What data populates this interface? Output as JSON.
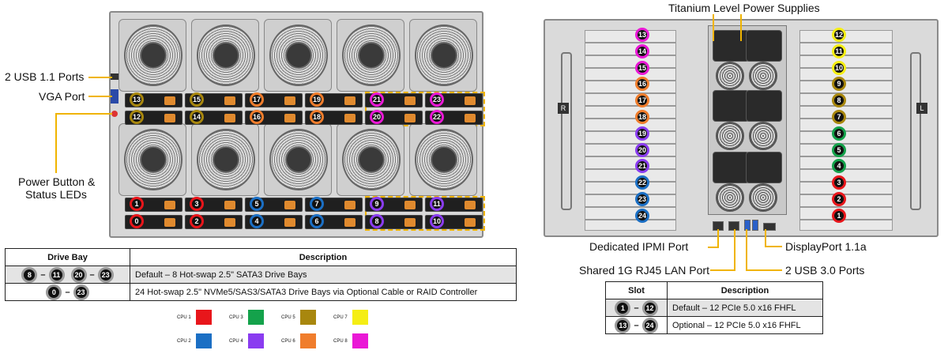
{
  "front": {
    "usb_label": "2 USB 1.1 Ports",
    "vga_label": "VGA Port",
    "power_label_1": "Power Button &",
    "power_label_2": "Status LEDs",
    "upper_bays": [
      {
        "n": "13",
        "cpu": "c5"
      },
      {
        "n": "12",
        "cpu": "c5"
      },
      {
        "n": "15",
        "cpu": "c5"
      },
      {
        "n": "14",
        "cpu": "c5"
      },
      {
        "n": "17",
        "cpu": "c6"
      },
      {
        "n": "16",
        "cpu": "c6"
      },
      {
        "n": "19",
        "cpu": "c6"
      },
      {
        "n": "18",
        "cpu": "c6"
      },
      {
        "n": "21",
        "cpu": "c8"
      },
      {
        "n": "20",
        "cpu": "c8"
      },
      {
        "n": "23",
        "cpu": "c8"
      },
      {
        "n": "22",
        "cpu": "c8"
      }
    ],
    "lower_bays": [
      {
        "n": "1",
        "cpu": "c1"
      },
      {
        "n": "0",
        "cpu": "c1"
      },
      {
        "n": "3",
        "cpu": "c1"
      },
      {
        "n": "2",
        "cpu": "c1"
      },
      {
        "n": "5",
        "cpu": "c2"
      },
      {
        "n": "4",
        "cpu": "c2"
      },
      {
        "n": "7",
        "cpu": "c2"
      },
      {
        "n": "6",
        "cpu": "c2"
      },
      {
        "n": "9",
        "cpu": "c4"
      },
      {
        "n": "8",
        "cpu": "c4"
      },
      {
        "n": "11",
        "cpu": "c4"
      },
      {
        "n": "10",
        "cpu": "c4"
      }
    ]
  },
  "rear": {
    "psu_label": "Titanium Level Power Supplies",
    "ipmi_label": "Dedicated IPMI Port",
    "lan_label": "Shared 1G RJ45 LAN Port",
    "dp_label": "DisplayPort 1.1a",
    "usb3_label": "2 USB 3.0 Ports",
    "left_letter": "R",
    "right_letter": "L",
    "left_slots": [
      {
        "n": "13",
        "cpu": "c8"
      },
      {
        "n": "14",
        "cpu": "c8"
      },
      {
        "n": "15",
        "cpu": "c8"
      },
      {
        "n": "16",
        "cpu": "c6"
      },
      {
        "n": "17",
        "cpu": "c6"
      },
      {
        "n": "18",
        "cpu": "c6"
      },
      {
        "n": "19",
        "cpu": "c4"
      },
      {
        "n": "20",
        "cpu": "c4"
      },
      {
        "n": "21",
        "cpu": "c4"
      },
      {
        "n": "22",
        "cpu": "c2"
      },
      {
        "n": "23",
        "cpu": "c2"
      },
      {
        "n": "24",
        "cpu": "c2"
      }
    ],
    "right_slots": [
      {
        "n": "12",
        "cpu": "c7"
      },
      {
        "n": "11",
        "cpu": "c7"
      },
      {
        "n": "10",
        "cpu": "c7"
      },
      {
        "n": "9",
        "cpu": "c5"
      },
      {
        "n": "8",
        "cpu": "c5"
      },
      {
        "n": "7",
        "cpu": "c5"
      },
      {
        "n": "6",
        "cpu": "c3"
      },
      {
        "n": "5",
        "cpu": "c3"
      },
      {
        "n": "4",
        "cpu": "c3"
      },
      {
        "n": "3",
        "cpu": "c1"
      },
      {
        "n": "2",
        "cpu": "c1"
      },
      {
        "n": "1",
        "cpu": "c1"
      }
    ]
  },
  "drive_table": {
    "header_bay": "Drive Bay",
    "header_desc": "Description",
    "rows": [
      {
        "chips": [
          {
            "n": "8",
            "cpu": "c4"
          },
          {
            "n": "11",
            "cpu": "c4"
          },
          {
            "n": "20",
            "cpu": "c8"
          },
          {
            "n": "23",
            "cpu": "c8"
          }
        ],
        "desc": "Default  – 8 Hot-swap 2.5\" SATA3 Drive  Bays"
      },
      {
        "chips": [
          {
            "n": "0",
            "cpu": "c1"
          },
          {
            "n": "23",
            "cpu": "c8"
          }
        ],
        "desc": "24 Hot-swap  2.5\" NVMe5/SAS3/SATA3 Drive  Bays via  Optional Cable  or RAID  Controller"
      }
    ]
  },
  "slot_table": {
    "header_slot": "Slot",
    "header_desc": "Description",
    "rows": [
      {
        "chips": [
          {
            "n": "1",
            "cpu": "c1"
          },
          {
            "n": "12",
            "cpu": "c7"
          }
        ],
        "desc": "Default  – 12 PCIe  5.0 x16 FHFL"
      },
      {
        "chips": [
          {
            "n": "13",
            "cpu": "c8"
          },
          {
            "n": "24",
            "cpu": "c2"
          }
        ],
        "desc": "Optional – 12 PCIe  5.0 x16 FHFL"
      }
    ]
  },
  "cpu_legend": [
    {
      "label": "CPU 1",
      "cpu": "c1"
    },
    {
      "label": "CPU 3",
      "cpu": "c3"
    },
    {
      "label": "CPU 5",
      "cpu": "c5"
    },
    {
      "label": "CPU 7",
      "cpu": "c7"
    },
    {
      "label": "CPU 2",
      "cpu": "c2"
    },
    {
      "label": "CPU 4",
      "cpu": "c4"
    },
    {
      "label": "CPU 6",
      "cpu": "c6"
    },
    {
      "label": "CPU 8",
      "cpu": "c8"
    }
  ],
  "colors": {
    "cpu1": "#e8161b",
    "cpu2": "#1b6fc4",
    "cpu3": "#14a24b",
    "cpu4": "#8a3cf0",
    "cpu5": "#a8870e",
    "cpu6": "#f07d2c",
    "cpu7": "#f5ee14",
    "cpu8": "#ea18d6",
    "leader": "#f0b400"
  }
}
